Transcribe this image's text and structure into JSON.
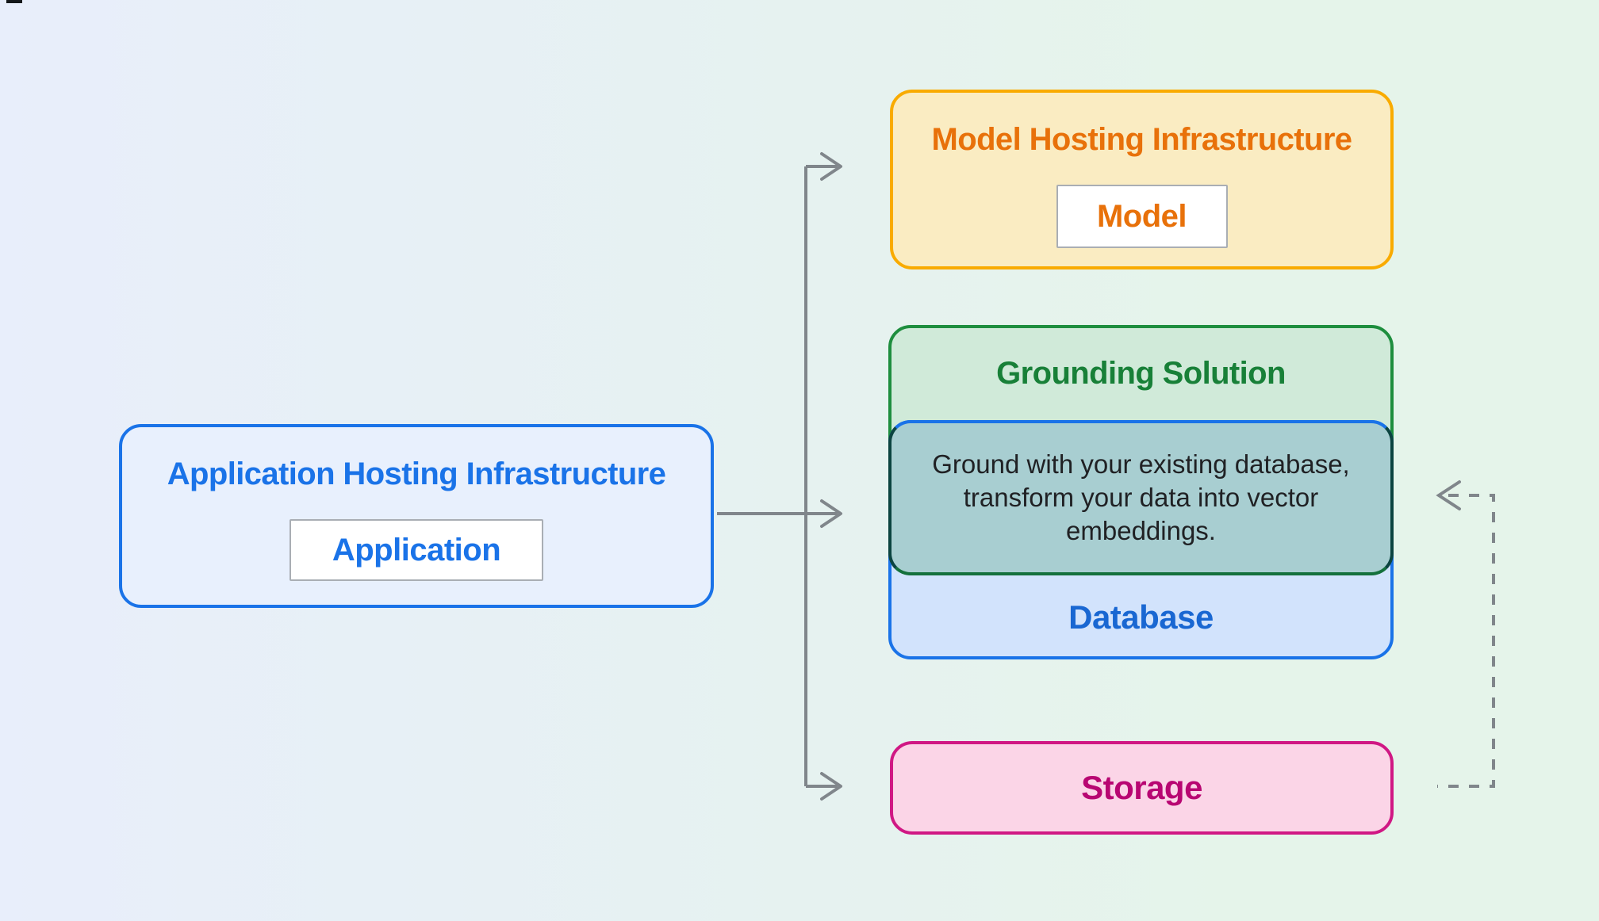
{
  "background": {
    "gradient_left": "#E8EEFB",
    "gradient_right": "#E5F4EA"
  },
  "application_hosting": {
    "title": "Application Hosting Infrastructure",
    "chip_label": "Application",
    "accent": "#1A73E8",
    "border": "#1A73E8",
    "fill": "#E8F0FD"
  },
  "model_hosting": {
    "title": "Model Hosting Infrastructure",
    "chip_label": "Model",
    "accent": "#E8710A",
    "border": "#F9AB00",
    "fill": "#FAECC2"
  },
  "grounding_solution": {
    "title": "Grounding Solution",
    "accent": "#188038",
    "border": "#1E8E3E",
    "fill": "#D0EAD9",
    "overlap_fill": "#A8CED1",
    "description_lines": [
      "Ground with your existing database,",
      "transform your data into vector",
      "embeddings."
    ],
    "description_text_color": "#202124"
  },
  "database": {
    "label": "Database",
    "accent": "#1967D2",
    "border": "#1A73E8",
    "fill": "#D2E3FC"
  },
  "storage": {
    "label": "Storage",
    "accent": "#B80672",
    "border": "#D01884",
    "fill": "#FBD5E7"
  },
  "connectors": {
    "color": "#80868B"
  }
}
